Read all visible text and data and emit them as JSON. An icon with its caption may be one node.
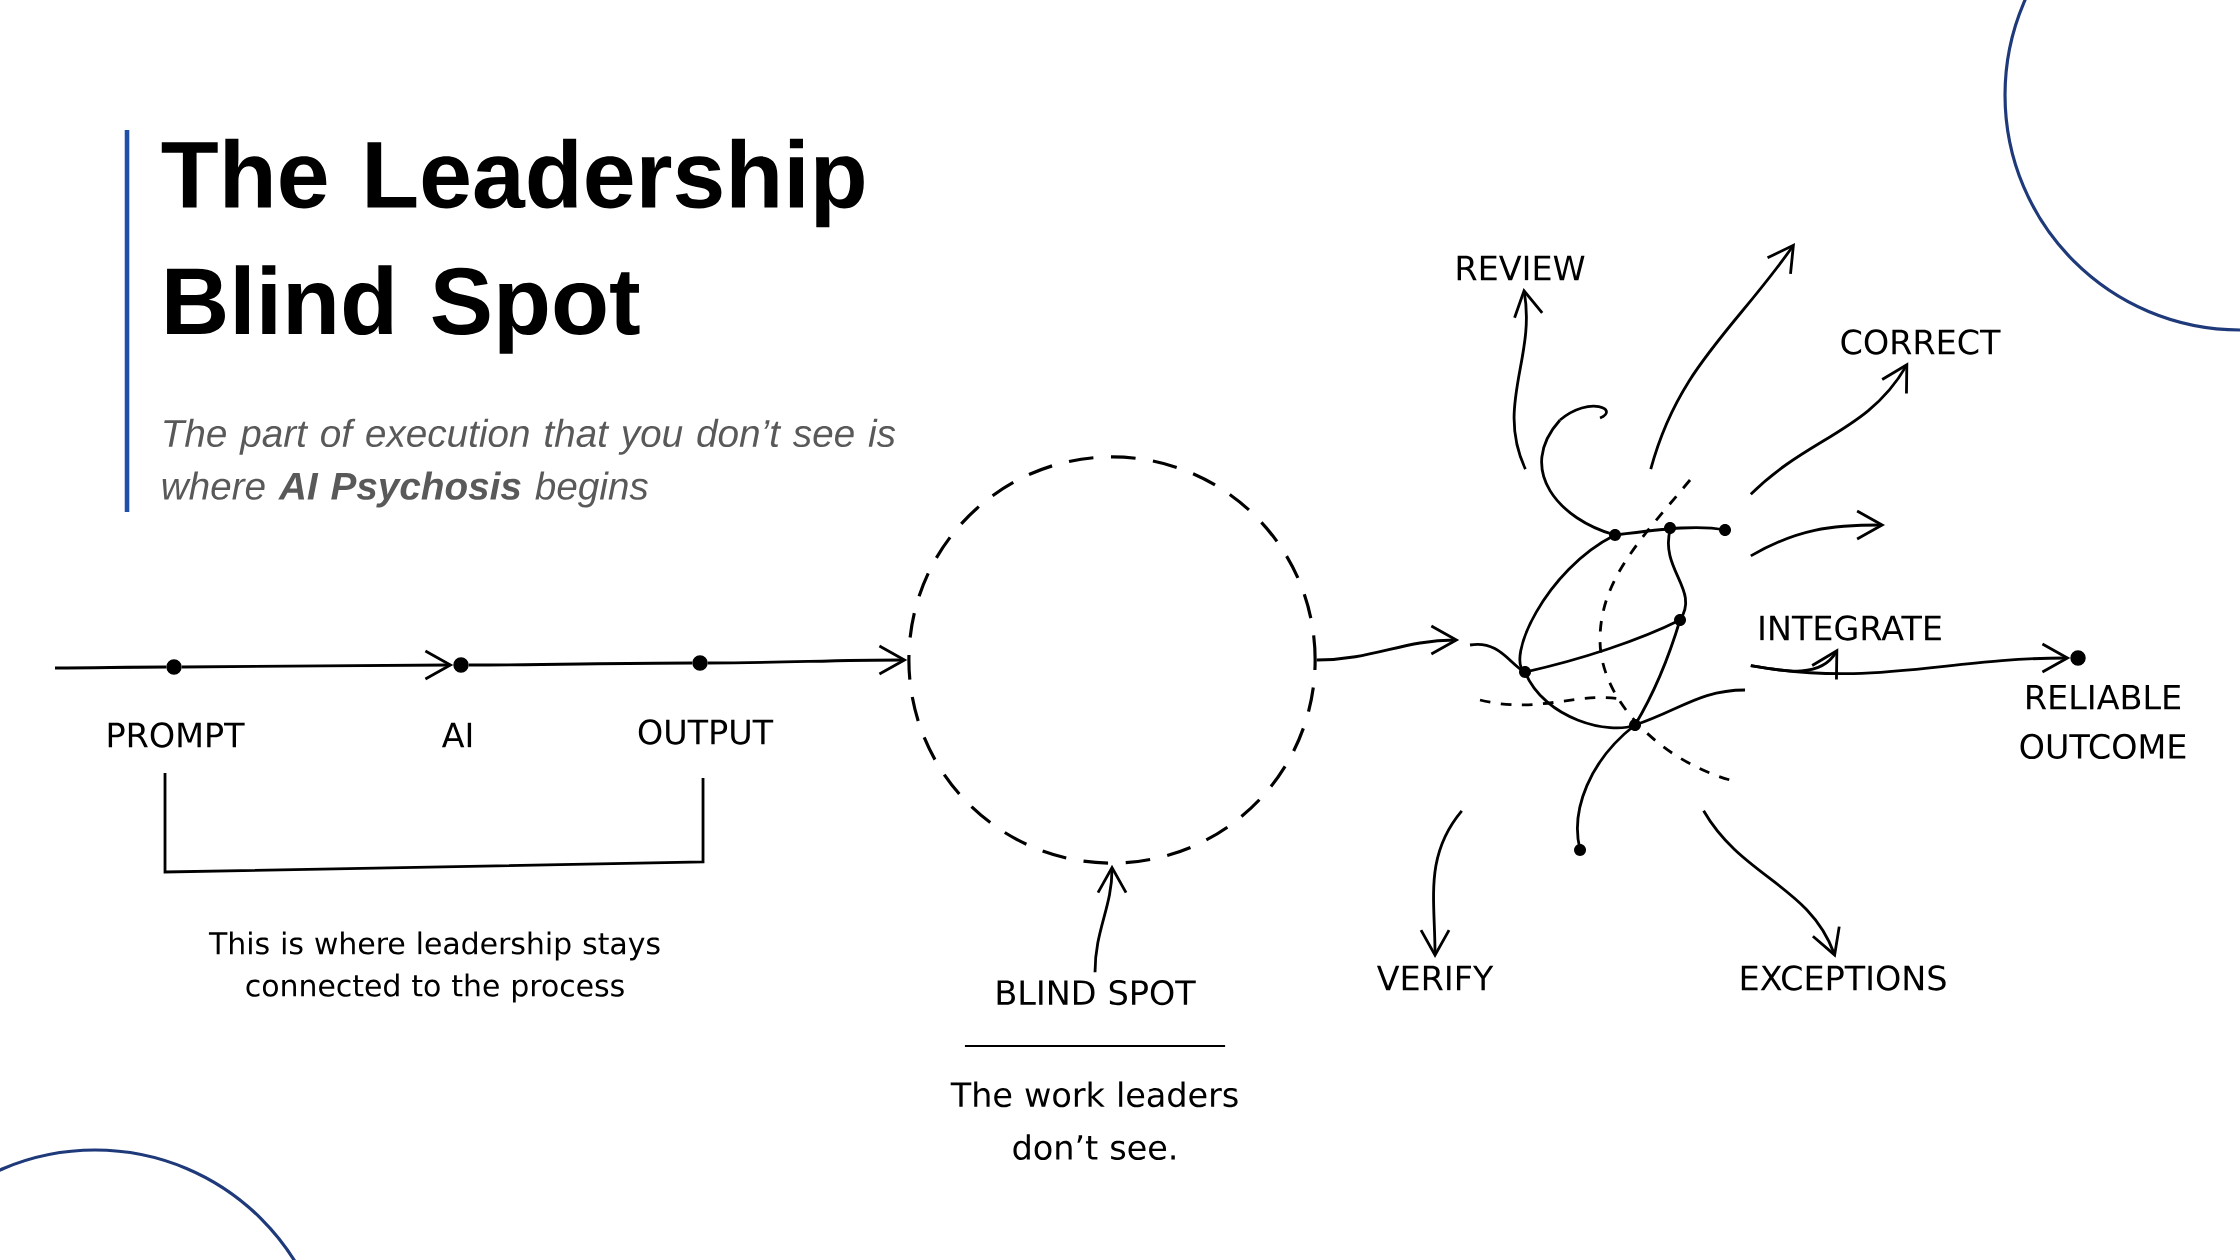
{
  "diagram": {
    "title": "The Leadership Blind Spot",
    "caption": "The part of execution that you don’t see is where **AI Psychosis** begins",
    "nodes": [
      {
        "text": [],
        "shape": "circle",
        "beside": [
          "PROMPT"
        ]
      },
      {
        "text": [],
        "shape": "circle",
        "beside": [
          "AI"
        ]
      },
      {
        "text": [],
        "shape": "circle",
        "beside": [
          "OUTPUT"
        ]
      },
      {
        "text": [],
        "shape": "circle"
      },
      {
        "text": [
          "BLIND SPOT",
          "The work leaders don’t see."
        ]
      },
      {
        "text": [],
        "shape": "picture"
      },
      {
        "text": [
          "REVIEW"
        ]
      },
      {
        "text": [
          "CORRECT"
        ]
      },
      {
        "text": [
          "INTEGRATE"
        ]
      },
      {
        "text": [
          "VERIFY"
        ]
      },
      {
        "text": [
          "EXCEPTIONS"
        ]
      },
      {
        "text": [],
        "shape": "circle",
        "beside": [
          "RELIABLE OUTCOME"
        ]
      }
    ],
    "edges": [
      {
        "from": null,
        "to": 0,
        "arrow": "none"
      },
      {
        "from": 0,
        "to": 1,
        "arrow": "to"
      },
      {
        "from": 1,
        "to": 2,
        "arrow": "none"
      },
      {
        "from": 2,
        "to": 3,
        "arrow": "to"
      },
      {
        "from": 4,
        "to": 3,
        "arrow": "to"
      },
      {
        "from": 3,
        "to": 5,
        "arrow": "to"
      },
      {
        "from": 5,
        "to": 6,
        "arrow": "to"
      },
      {
        "from": 5,
        "to": 7,
        "arrow": "to"
      },
      {
        "from": 5,
        "to": 8,
        "arrow": "to"
      },
      {
        "from": 5,
        "to": 9,
        "arrow": "to"
      },
      {
        "from": 5,
        "to": 10,
        "arrow": "to"
      },
      {
        "from": 5,
        "to": 11,
        "arrow": "to"
      },
      {
        "from": 5,
        "to": null,
        "arrow": "to"
      },
      {
        "from": 5,
        "to": null,
        "arrow": "to"
      }
    ],
    "labels": [
      "This is where leadership stays connected to the process"
    ]
  }
}
